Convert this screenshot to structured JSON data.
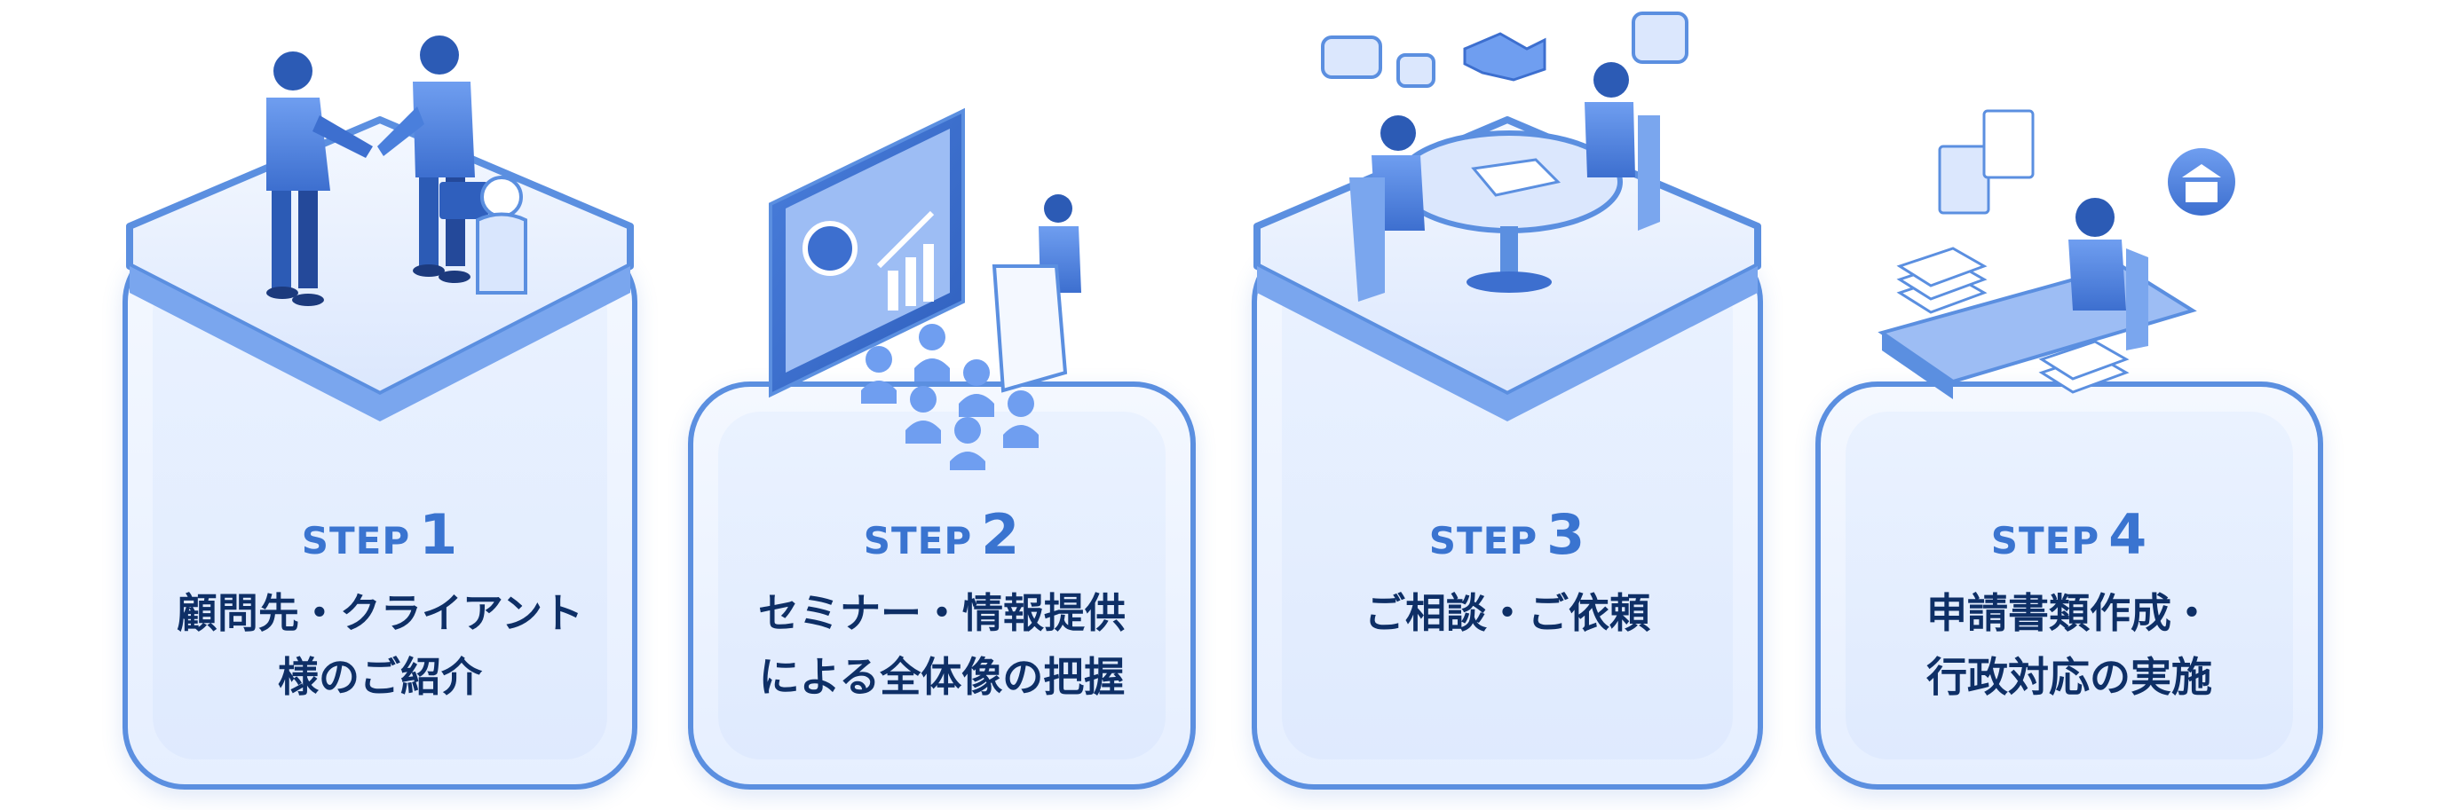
{
  "steps": [
    {
      "step_label": "STEP",
      "number": "1",
      "line1": "顧問先・クライアント",
      "line2": "様のご紹介"
    },
    {
      "step_label": "STEP",
      "number": "2",
      "line1": "セミナー・情報提供",
      "line2": "による全体像の把握"
    },
    {
      "step_label": "STEP",
      "number": "3",
      "line1": "ご相談・ご依頼",
      "line2": ""
    },
    {
      "step_label": "STEP",
      "number": "4",
      "line1": "申請書類作成・",
      "line2": "行政対応の実施"
    }
  ],
  "colors": {
    "accent": "#5b8fe0",
    "dark": "#0e2f66",
    "light": "#e6efff"
  },
  "icons": [
    "handshake-people-icon",
    "presentation-audience-icon",
    "meeting-table-icon",
    "paperwork-office-icon"
  ]
}
